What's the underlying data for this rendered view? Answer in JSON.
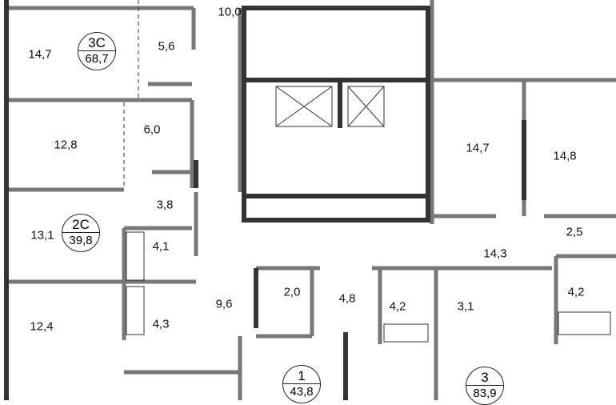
{
  "plan": {
    "apartments": [
      {
        "type": "3С",
        "area": "68,7"
      },
      {
        "type": "2С",
        "area": "39,8"
      },
      {
        "type": "1",
        "area": "43,8"
      },
      {
        "type": "3",
        "area": "83,9"
      }
    ],
    "rooms": [
      "14,7",
      "5,6",
      "10,0",
      "12,8",
      "6,0",
      "3,8",
      "13,1",
      "4,1",
      "12,4",
      "4,3",
      "9,6",
      "2,0",
      "4,8",
      "4,2",
      "3,1",
      "14,7",
      "14,8",
      "14,3",
      "2,5",
      "4,2"
    ]
  },
  "colors": {
    "wall": "#6e6e6e",
    "wall_dark": "#333333",
    "background": "#ffffff"
  }
}
